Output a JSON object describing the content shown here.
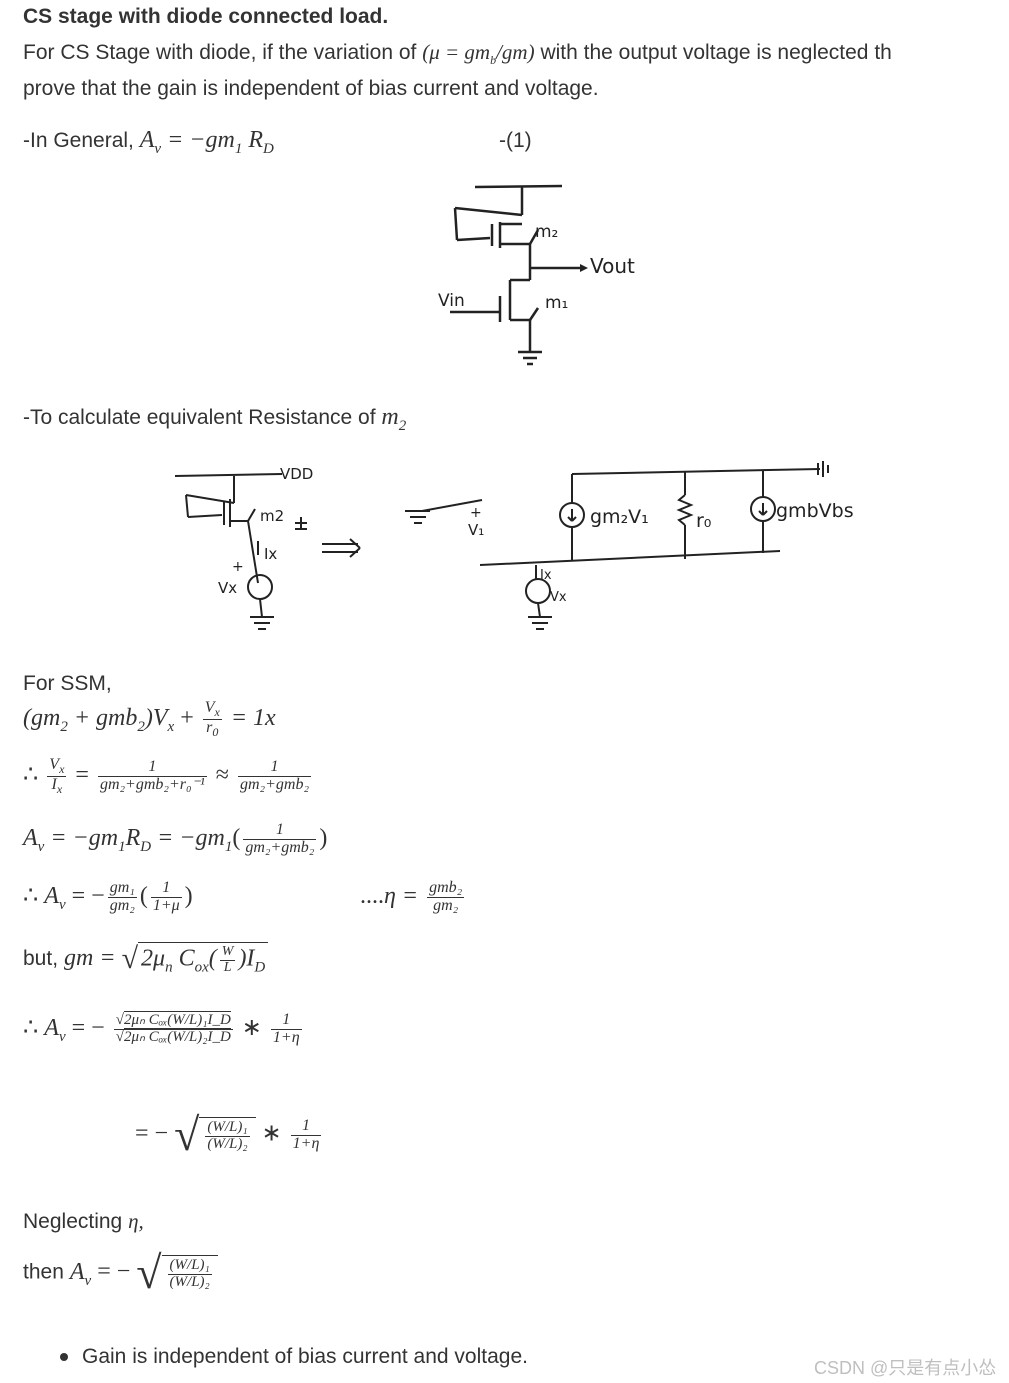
{
  "heading": "CS stage with diode connected load.",
  "intro_line1": "For CS Stage with diode, if the variation of",
  "intro_mu": "(μ = gm",
  "intro_mu_b": "b",
  "intro_mu_end": "/gm)",
  "intro_line1_tail": "with the output voltage is neglected th",
  "intro_line2": "prove that the gain is independent of bias current and voltage.",
  "general_prefix": "-In General,",
  "general_eq": "A",
  "general_eq_sub": "v",
  "general_eq_rhs": "= −gm",
  "general_eq_rhs_sub": "1",
  "general_eq_rd": "R",
  "general_eq_rd_sub": "D",
  "general_eqno": "-(1)",
  "fig1": {
    "m2": "m₂",
    "vout": "Vout",
    "vin": "Vin",
    "m1": "m₁"
  },
  "resistance_text": "-To calculate equivalent Resistance of",
  "resistance_var": "m",
  "resistance_sub": "2",
  "fig2": {
    "vdd": "VDD",
    "m2": "m2",
    "ix": "Ix",
    "vx": "Vx",
    "plus": "+",
    "v1": "V₁",
    "gm2v1": "gm₂V₁",
    "ro": "r₀",
    "gmbvbs": "gmbVbs",
    "ix2": "Ix",
    "vx2": "Vx"
  },
  "ssm_label": "For SSM,",
  "eq1": {
    "lhs": "(gm",
    "lhs_sub": "2",
    "plus": " + gmb",
    "plus_sub": "2",
    "close": ")V",
    "close_sub": "x",
    "frac_num": "V",
    "frac_num_sub": "x",
    "frac_den": "r",
    "frac_den_sub": "0",
    "rhs": "= 1x"
  },
  "eq2": {
    "therefore": "∴",
    "lhs_num": "V",
    "lhs_num_sub": "x",
    "lhs_den": "I",
    "lhs_den_sub": "x",
    "eq": "=",
    "frac1_num": "1",
    "frac1_den": "gm₂+gmb₂+r₀⁻¹",
    "approx": "≈",
    "frac2_num": "1",
    "frac2_den": "gm₂+gmb₂"
  },
  "eq3": {
    "lhs": "A",
    "lhs_sub": "v",
    "mid": "= −gm",
    "mid_sub": "1",
    "mid2": "R",
    "mid2_sub": "D",
    "rhs": "= −gm",
    "rhs_sub": "1",
    "open": "(",
    "frac_num": "1",
    "frac_den": "gm₂+gmb₂",
    "close": ")"
  },
  "eq4": {
    "therefore": "∴",
    "lhs": "A",
    "lhs_sub": "v",
    "eq": "= −",
    "frac1_num": "gm₁",
    "frac1_den": "gm₂",
    "open": "(",
    "frac2_num": "1",
    "frac2_den": "1+μ",
    "close": ")",
    "dots": "....",
    "eta": "η =",
    "frac3_num": "gmb₂",
    "frac3_den": "gm₂"
  },
  "eq5": {
    "prefix": "but,",
    "lhs": "gm =",
    "under": "2μ",
    "under_sub": "n",
    "cox": "C",
    "cox_sub": "ox",
    "open": "(",
    "wl_num": "W",
    "wl_den": "L",
    "close": ")I",
    "close_sub": "D"
  },
  "eq6": {
    "therefore": "∴",
    "lhs": "A",
    "lhs_sub": "v",
    "eq": "= −",
    "num": "2μₙ Cₒₓ(W/L)₁I_D",
    "den": "2μₙ Cₒₓ(W/L)₂I_D",
    "star": "∗",
    "frac_num": "1",
    "frac_den": "1+η"
  },
  "eq7": {
    "eq": "= −",
    "num": "(W/L)₁",
    "den": "(W/L)₂",
    "star": "∗",
    "frac_num": "1",
    "frac_den": "1+η"
  },
  "neglect": "Neglecting",
  "neglect_var": "η,",
  "eq8": {
    "prefix": "then",
    "lhs": "A",
    "lhs_sub": "v",
    "eq": "= −",
    "num": "(W/L)₁",
    "den": "(W/L)₂"
  },
  "conclusion": "Gain is independent of bias current and voltage.",
  "watermark": "CSDN @只是有点小怂"
}
